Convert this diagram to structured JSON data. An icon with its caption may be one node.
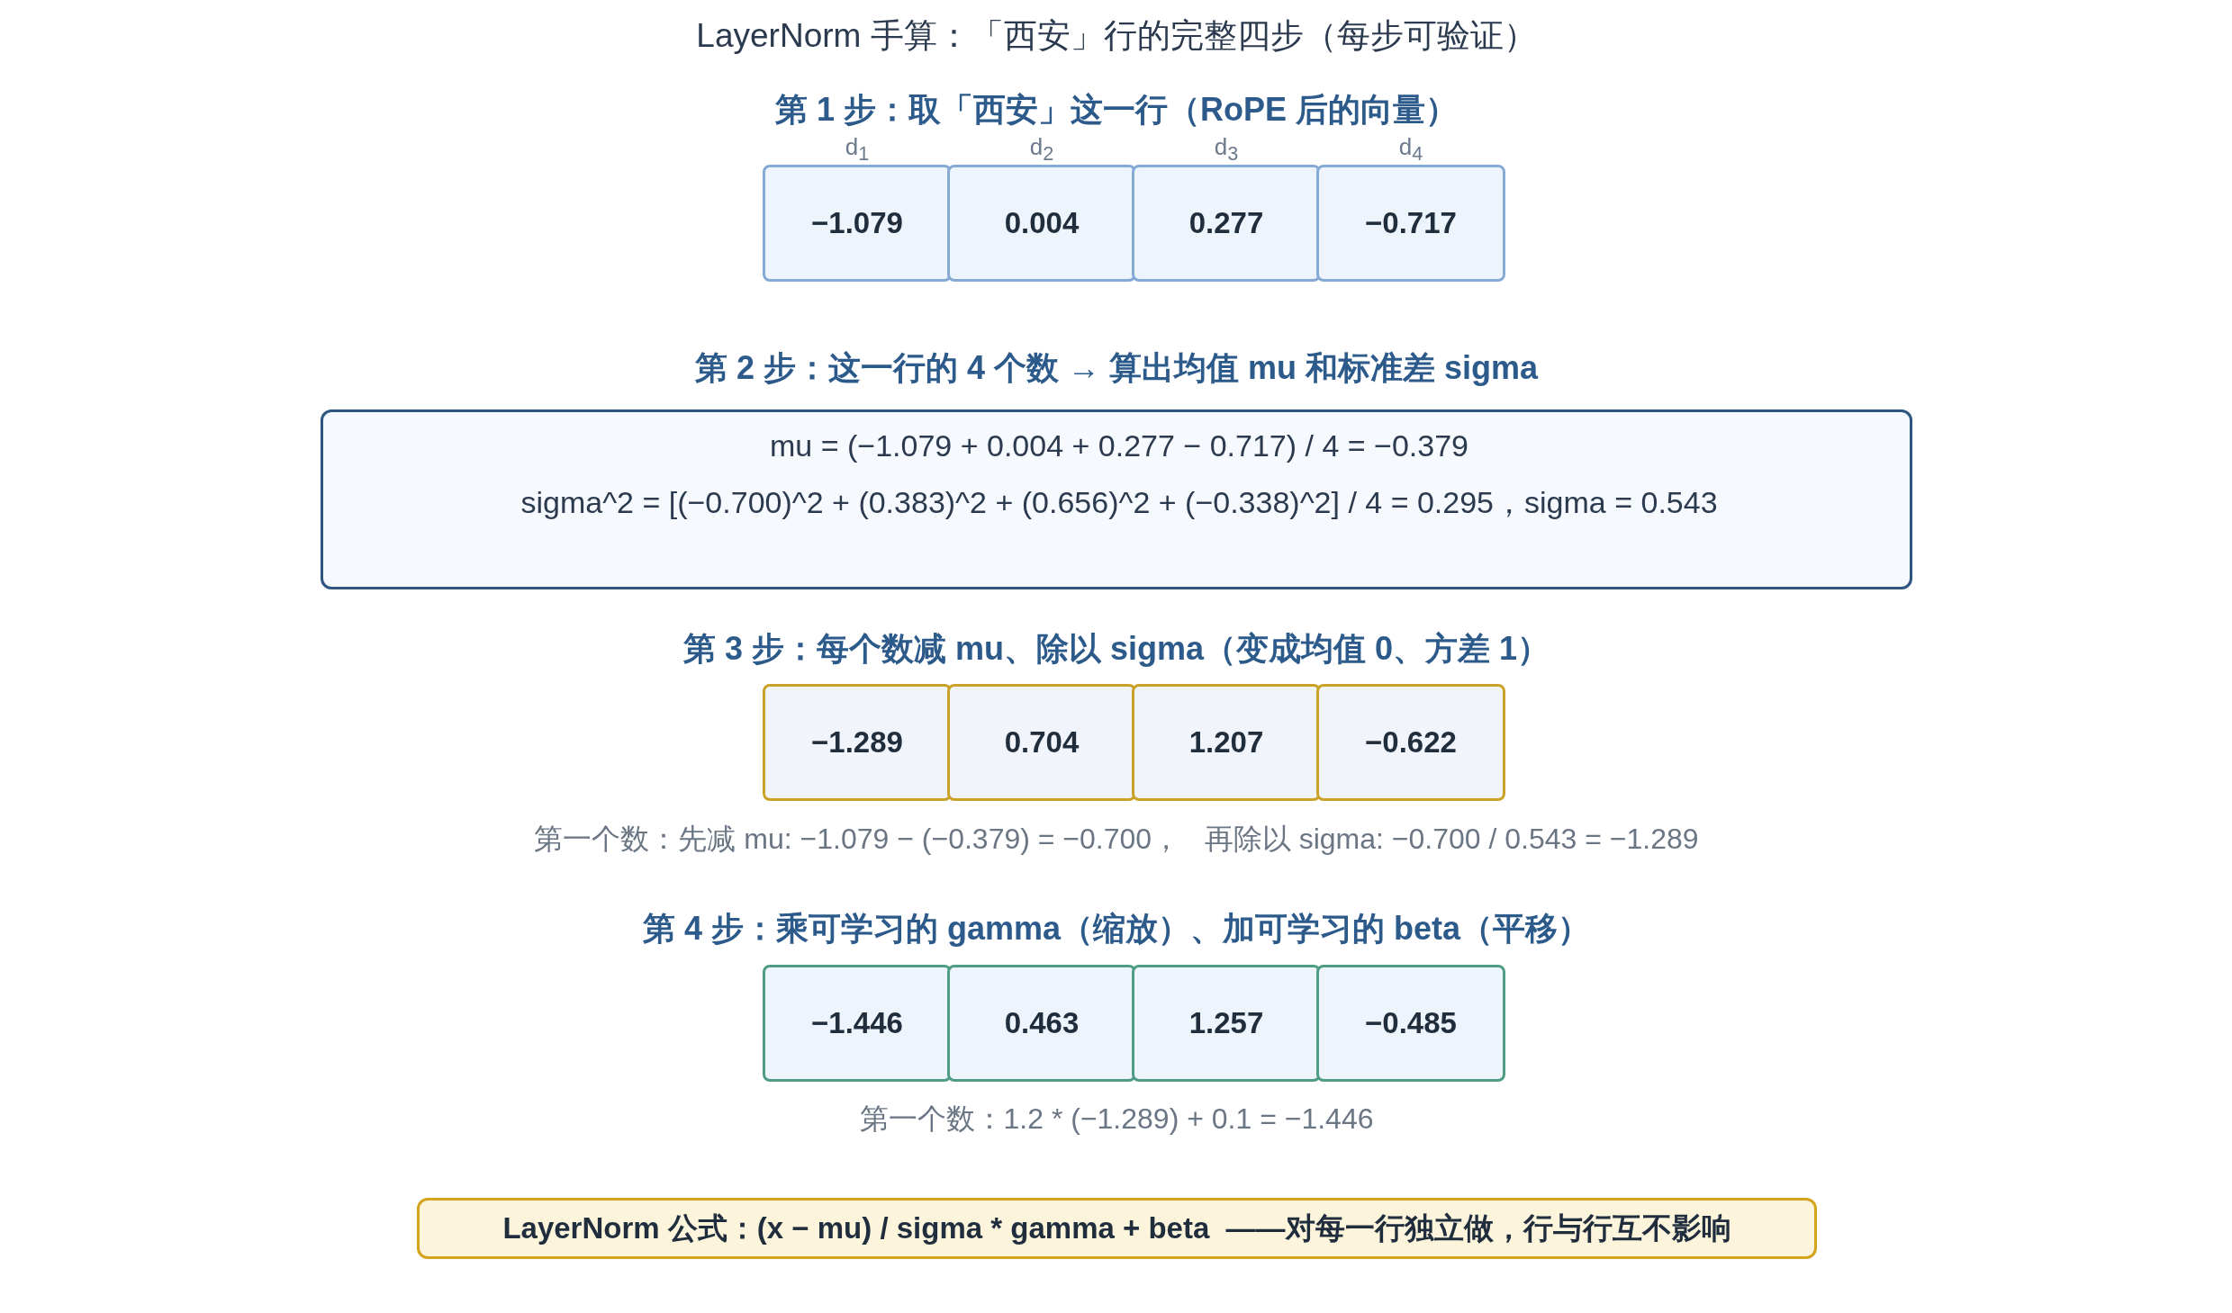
{
  "diagram": {
    "title": "LayerNorm 手算：「西安」行的完整四步（每步可验证）",
    "nodes": [
      {
        "text": [
          "−1.079"
        ],
        "beside": [
          "d$_{1}$"
        ]
      },
      {
        "text": [
          "0.004"
        ],
        "beside": [
          "d$_{2}$"
        ]
      },
      {
        "text": [
          "0.277"
        ],
        "beside": [
          "d$_{3}$"
        ]
      },
      {
        "text": [
          "−0.717"
        ],
        "beside": [
          "d$_{4}$"
        ]
      },
      {
        "text": [
          "mu = (−1.079 + 0.004 + 0.277 − 0.717) / 4 = −0.379",
          "sigma^2 = [(−0.700)^2 + (0.383)^2 + (0.656)^2 + (−0.338)^2] / 4 = 0.295，sigma = 0.543"
        ]
      },
      {
        "text": [
          "−1.289"
        ]
      },
      {
        "text": [
          "0.704"
        ]
      },
      {
        "text": [
          "1.207"
        ]
      },
      {
        "text": [
          "−0.622"
        ]
      },
      {
        "text": [
          "−1.446"
        ]
      },
      {
        "text": [
          "0.463"
        ]
      },
      {
        "text": [
          "1.257"
        ]
      },
      {
        "text": [
          "−0.485"
        ]
      },
      {
        "text": [
          "LayerNorm 公式：(x − mu) / sigma * gamma + beta  ——对每一行独立做，行与行互不影响"
        ]
      }
    ],
    "labels": [
      "第 1 步：取「西安」这一行（RoPE 后的向量）",
      "第 2 步：这一行的 4 个数 → 算出均值 mu 和标准差 sigma",
      "第 3 步：每个数减 mu、除以 sigma（变成均值 0、方差 1）",
      "第一个数：先减 mu: −1.079 − (−0.379) = −0.700，   再除以 sigma: −0.700 / 0.543 = −1.289",
      "第 4 步：乘可学习的 gamma（缩放）、加可学习的 beta（平移）",
      "第一个数：1.2 * (−1.289) + 0.1 = −1.446"
    ]
  }
}
